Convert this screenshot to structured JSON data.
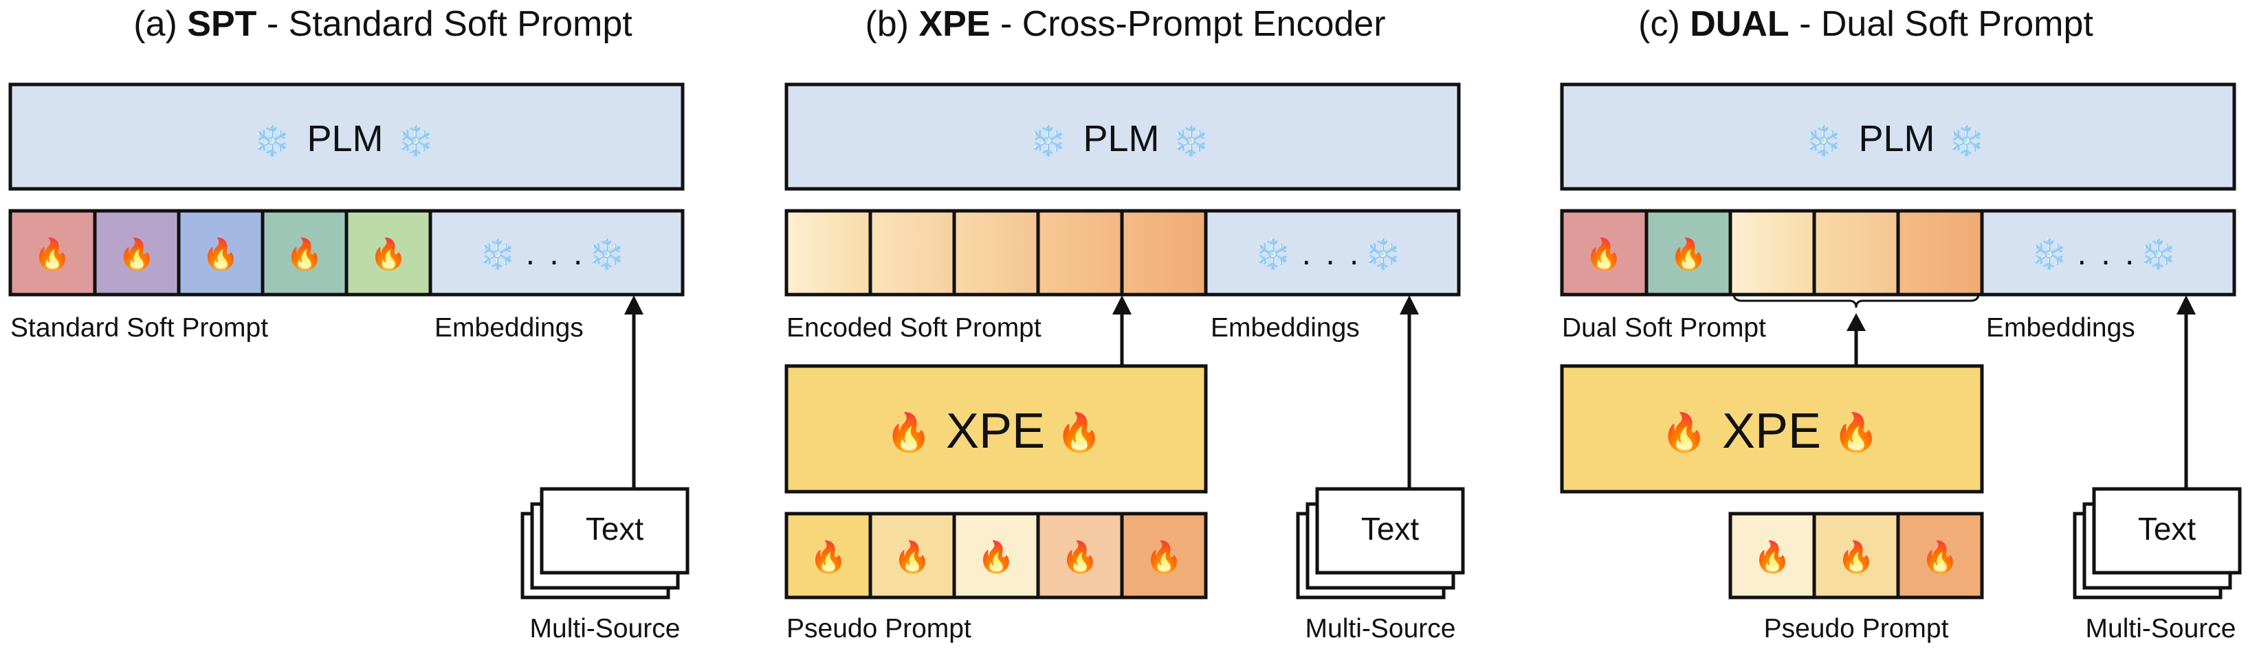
{
  "panels": [
    {
      "title_prefix": "(a) ",
      "title_bold": "SPT",
      "title_suffix": " - Standard Soft Prompt",
      "plm": "PLM",
      "soft_prompt_label": "Standard Soft Prompt",
      "embeddings_label": "Embeddings",
      "source_label": "Multi-Source",
      "text_label": "Text"
    },
    {
      "title_prefix": "(b) ",
      "title_bold": "XPE",
      "title_suffix": " - Cross-Prompt Encoder",
      "plm": "PLM",
      "soft_prompt_label": "Encoded Soft Prompt",
      "embeddings_label": "Embeddings",
      "encoder": "XPE",
      "pseudo_label": "Pseudo Prompt",
      "source_label": "Multi-Source",
      "text_label": "Text"
    },
    {
      "title_prefix": "(c) ",
      "title_bold": "DUAL",
      "title_suffix": " - Dual Soft Prompt",
      "plm": "PLM",
      "soft_prompt_label": "Dual Soft Prompt",
      "embeddings_label": "Embeddings",
      "encoder": "XPE",
      "pseudo_label": "Pseudo Prompt",
      "source_label": "Multi-Source",
      "text_label": "Text"
    }
  ],
  "symbols": {
    "snowflake": "❄️",
    "fire": "🔥",
    "dots": ". . ."
  },
  "colors": {
    "plm_fill": "#d6e1f2",
    "encoder_fill": "#f8d77b",
    "spt_tokens": [
      "#df9a9a",
      "#b7a4cb",
      "#a3b9e3",
      "#9ec6b7",
      "#bcdba8"
    ],
    "encoded_gradient": [
      "#fdefd1",
      "#f3b077"
    ],
    "pseudo_b": [
      "#f8d77b",
      "#f8dda0",
      "#fcefcf",
      "#f5c9a1",
      "#f1ad78"
    ],
    "dual_fixed_tokens": [
      "#df9a9a",
      "#9ec6b7"
    ],
    "dual_encoded_gradient": [
      "#fdefd1",
      "#f3b077"
    ],
    "pseudo_c": [
      "#fcefcf",
      "#f8dda0",
      "#f1ad78"
    ]
  }
}
